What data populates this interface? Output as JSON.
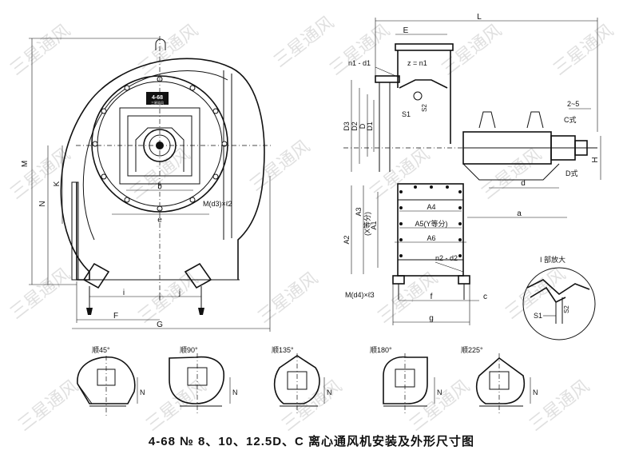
{
  "watermark_text": "三星通风",
  "caption": "4-68 № 8、10、12.5D、C 离心通风机安装及外形尺寸图",
  "nameplate": {
    "model": "4-68",
    "subtext": "三星通风"
  },
  "front_view": {
    "dims": {
      "M": "M",
      "N": "N",
      "K": "K",
      "b": "b",
      "e": "e",
      "bolt": "M(d3)×ℓ2",
      "i": "i",
      "j": "j",
      "F": "F",
      "G": "G"
    }
  },
  "side_view": {
    "dims": {
      "L": "L",
      "E": "E",
      "n1_d1": "n1 - d1",
      "z_n1": "z = n1",
      "S1": "S1",
      "S2": "S2",
      "D3": "D3",
      "D2": "D2",
      "D": "D",
      "D1": "D1",
      "two_five": "2~5",
      "C_type": "C式",
      "D_type": "D式",
      "H": "H",
      "d": "d",
      "a": "a",
      "A3": "A3",
      "X_eq": "(X等分)",
      "A1": "A1",
      "A2": "A2",
      "A4": "A4",
      "A5": "A5(Y等分)",
      "A6": "A6",
      "n2_d2": "n2 - d2",
      "bolt2": "M(d4)×ℓ3",
      "f": "f",
      "c": "c",
      "g": "g"
    }
  },
  "detail": {
    "title": "I 部放大",
    "S1": "S1",
    "S2": "S2"
  },
  "mini_views": [
    {
      "label": "顺45°",
      "dim": "N"
    },
    {
      "label": "顺90°",
      "dim": "N"
    },
    {
      "label": "顺135°",
      "dim": "N"
    },
    {
      "label": "顺180°",
      "dim": "N"
    },
    {
      "label": "顺225°",
      "dim": "N"
    }
  ]
}
